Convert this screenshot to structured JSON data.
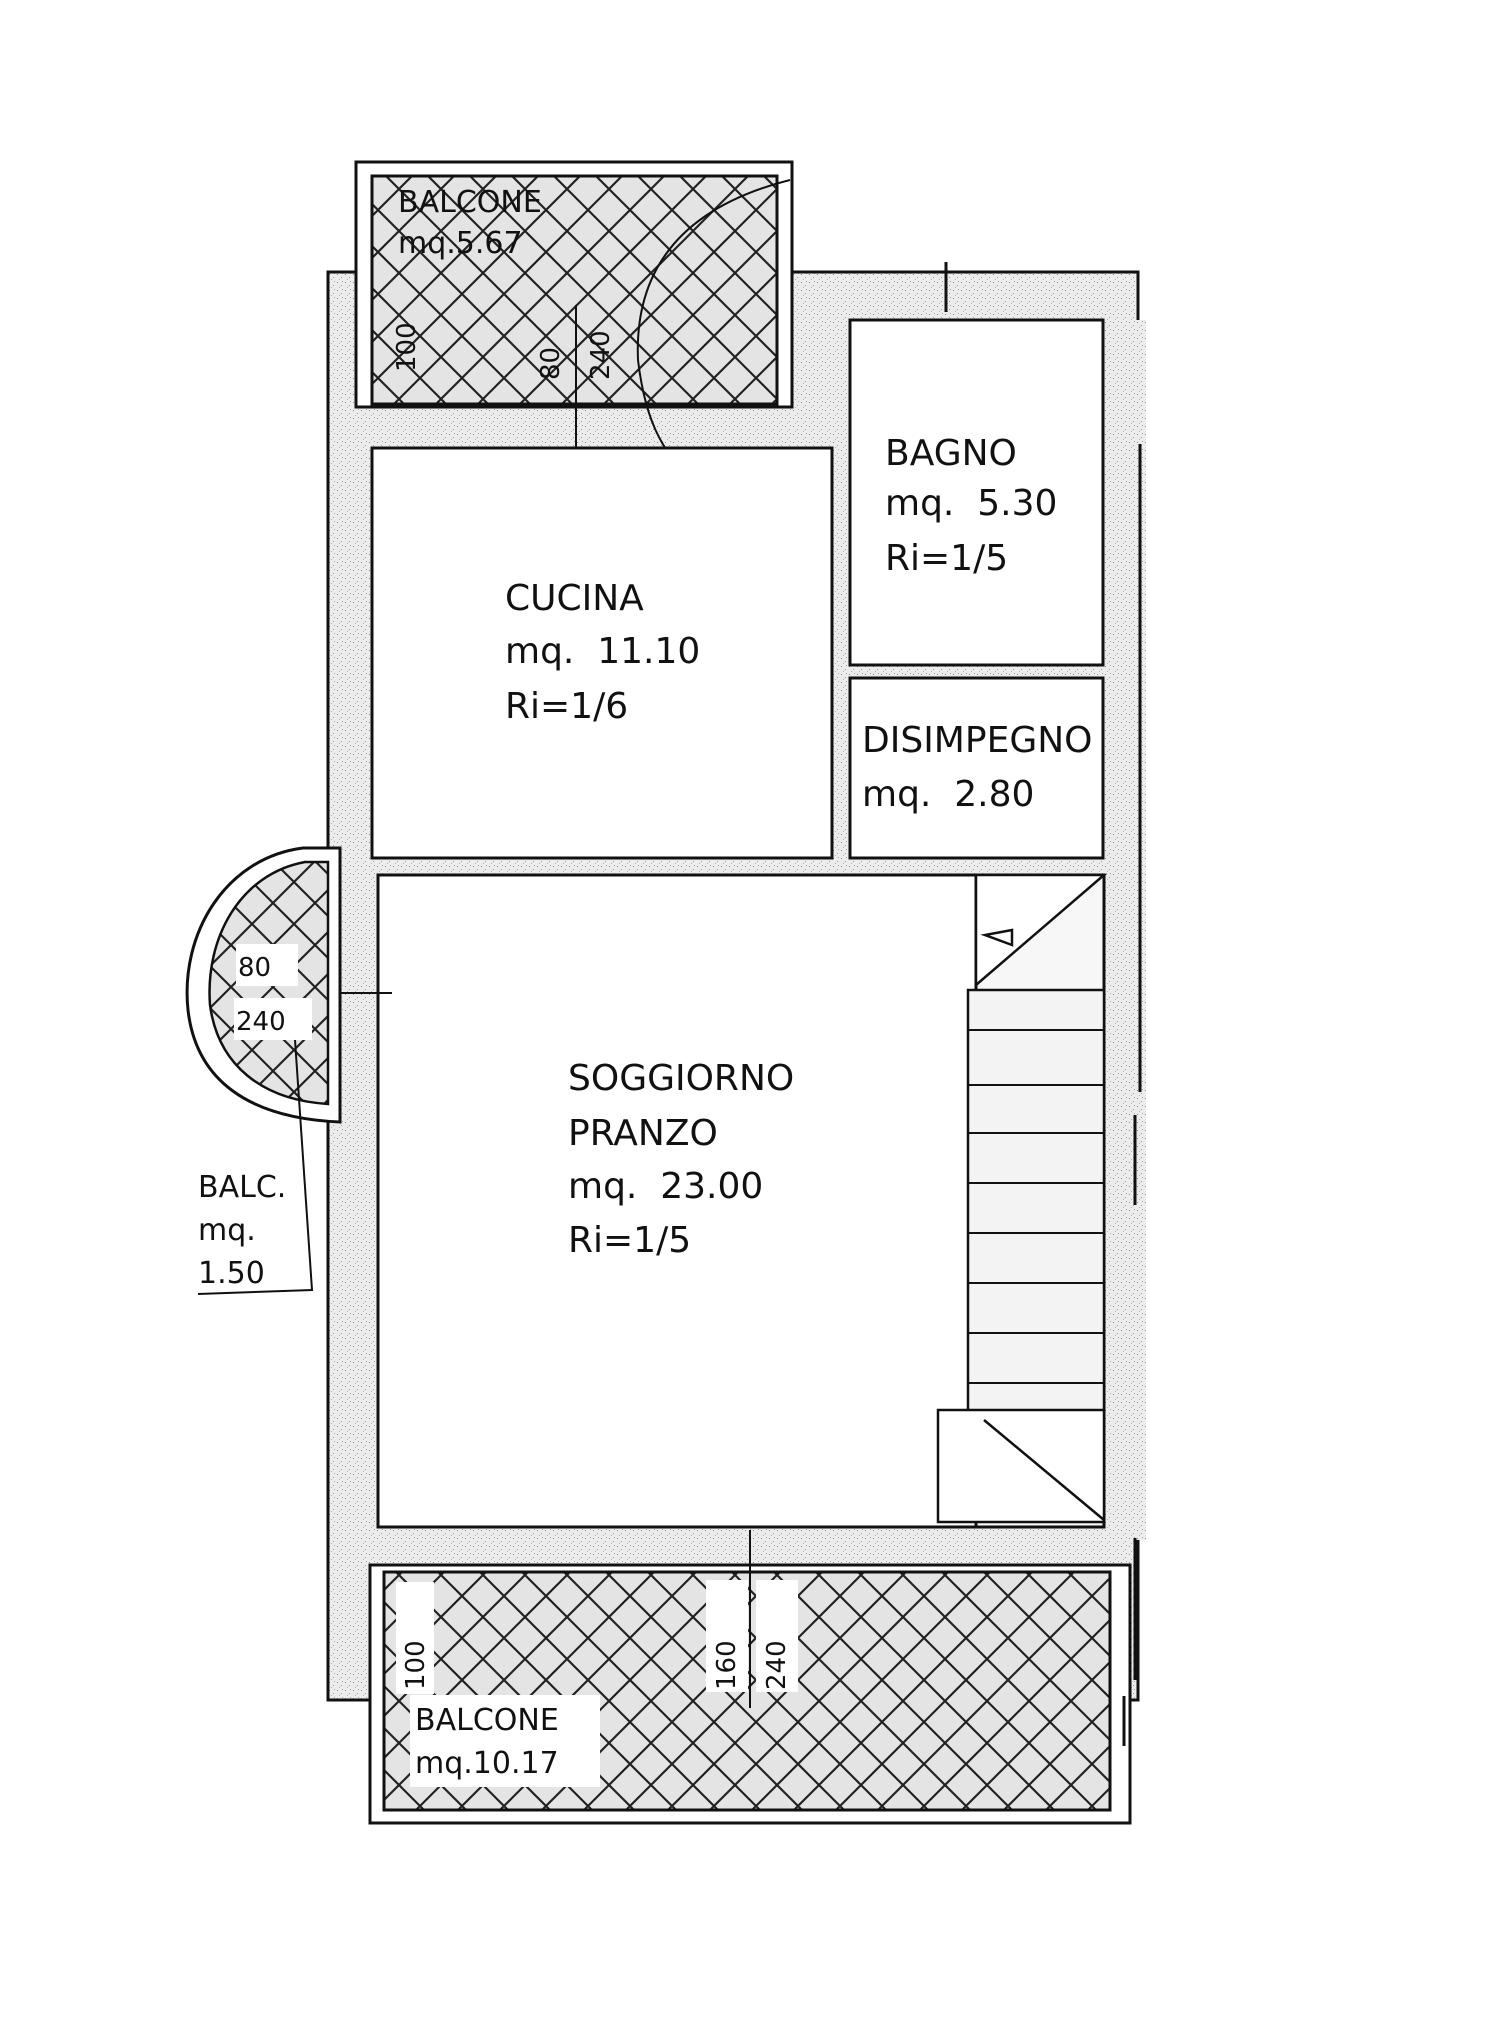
{
  "rooms": {
    "balcone_top": {
      "name": "BALCONE",
      "area": "mq.5.67"
    },
    "bagno": {
      "name": "BAGNO",
      "area": "mq.  5.30",
      "ri": "Ri=1/5"
    },
    "cucina": {
      "name": "CUCINA",
      "area": "mq.  11.10",
      "ri": "Ri=1/6"
    },
    "disimpegno": {
      "name": "DISIMPEGNO",
      "area": "mq.  2.80"
    },
    "soggiorno": {
      "name": "SOGGIORNO",
      "name2": "PRANZO",
      "area": "mq.  23.00",
      "ri": "Ri=1/5"
    },
    "balc_left": {
      "name": "BALC.",
      "area_label": "mq.",
      "area_value": "1.50"
    },
    "balcone_bottom": {
      "name": "BALCONE",
      "area": "mq.10.17"
    }
  },
  "dimensions": {
    "top_balcone": [
      "100",
      "80",
      "240"
    ],
    "left_balcone": [
      "80",
      "240"
    ],
    "bottom_balcone": [
      "100",
      "160",
      "240"
    ]
  },
  "colors": {
    "line": "#111111",
    "wall_fill": "#e6e6e6",
    "background": "#ffffff"
  }
}
